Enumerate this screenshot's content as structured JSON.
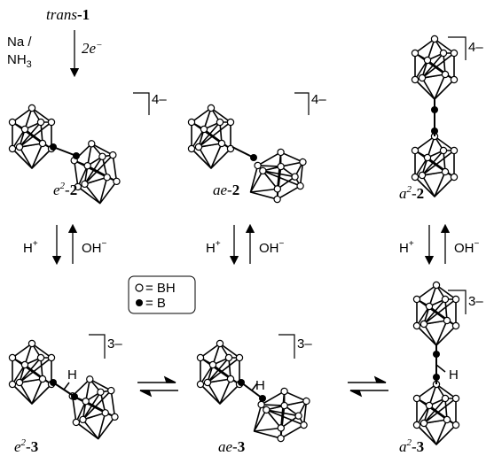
{
  "start": {
    "name_italic": "trans",
    "name_bold": "1"
  },
  "reduction": {
    "reagent_line1": "Na /",
    "reagent_line2": "NH",
    "reagent_sub": "3",
    "electrons": "2e",
    "electrons_sup": "−"
  },
  "species_top": [
    {
      "id": "e2-2",
      "prefix": "e",
      "prefix_sup": "2",
      "bold": "2",
      "charge": "4–"
    },
    {
      "id": "ae-2",
      "prefix": "ae",
      "prefix_sup": "",
      "bold": "2",
      "charge": "4–"
    },
    {
      "id": "a2-2",
      "prefix": "a",
      "prefix_sup": "2",
      "bold": "2",
      "charge": "4–"
    }
  ],
  "species_bottom": [
    {
      "id": "e2-3",
      "prefix": "e",
      "prefix_sup": "2",
      "bold": "3",
      "charge": "3–",
      "h_label": "H"
    },
    {
      "id": "ae-3",
      "prefix": "ae",
      "prefix_sup": "",
      "bold": "3",
      "charge": "3–",
      "h_label": "H"
    },
    {
      "id": "a2-3",
      "prefix": "a",
      "prefix_sup": "2",
      "bold": "3",
      "charge": "3–",
      "h_label": "H"
    }
  ],
  "protonation": {
    "acid": "H",
    "acid_sup": "+",
    "base": "OH",
    "base_sup": "−"
  },
  "legend": {
    "open_label": "= BH",
    "filled_label": "= B"
  }
}
